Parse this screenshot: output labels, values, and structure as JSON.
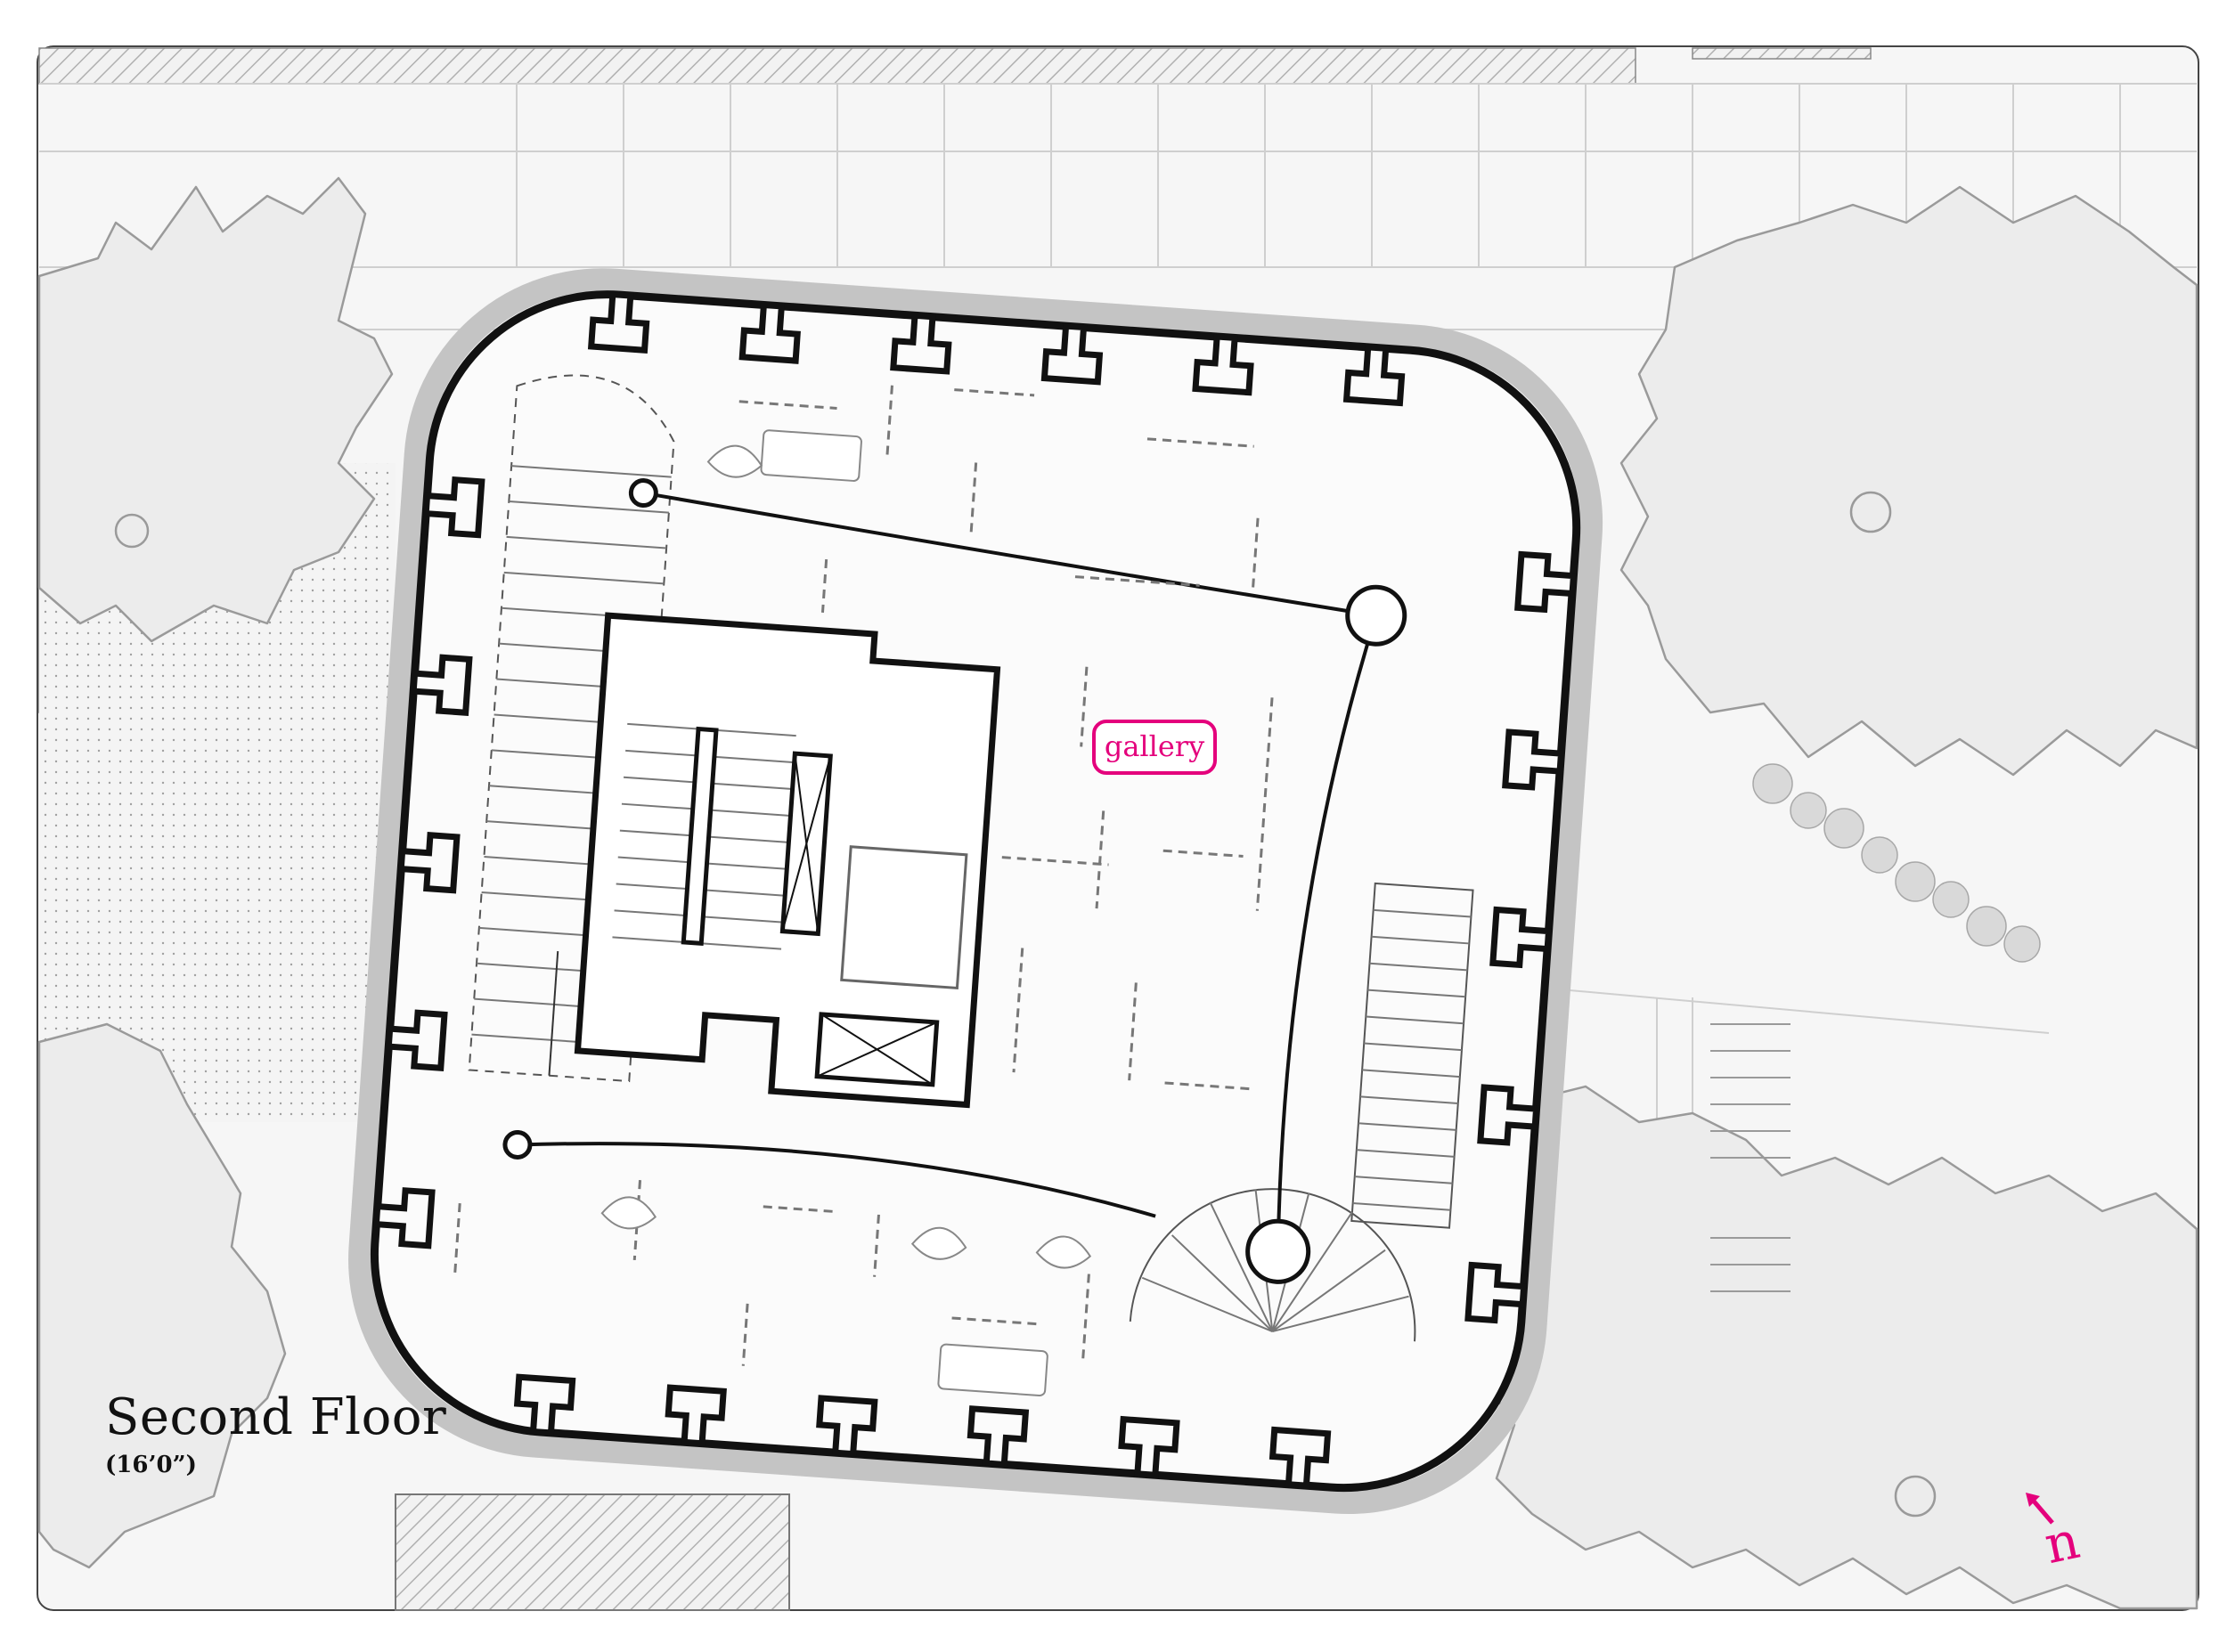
{
  "drawing": {
    "title": "Second Floor",
    "elevation": "(16’0”)",
    "room_label": "gallery",
    "north_label": "n"
  },
  "colors": {
    "accent": "#e4007c",
    "line": "#111111",
    "context_line": "#9a9a9a",
    "tree_fill": "#ececec",
    "background": "#f6f6f6"
  },
  "icons": [
    "north-arrow-icon",
    "tree-canopy-icon",
    "column-icon",
    "stair-icon",
    "elevator-icon"
  ]
}
